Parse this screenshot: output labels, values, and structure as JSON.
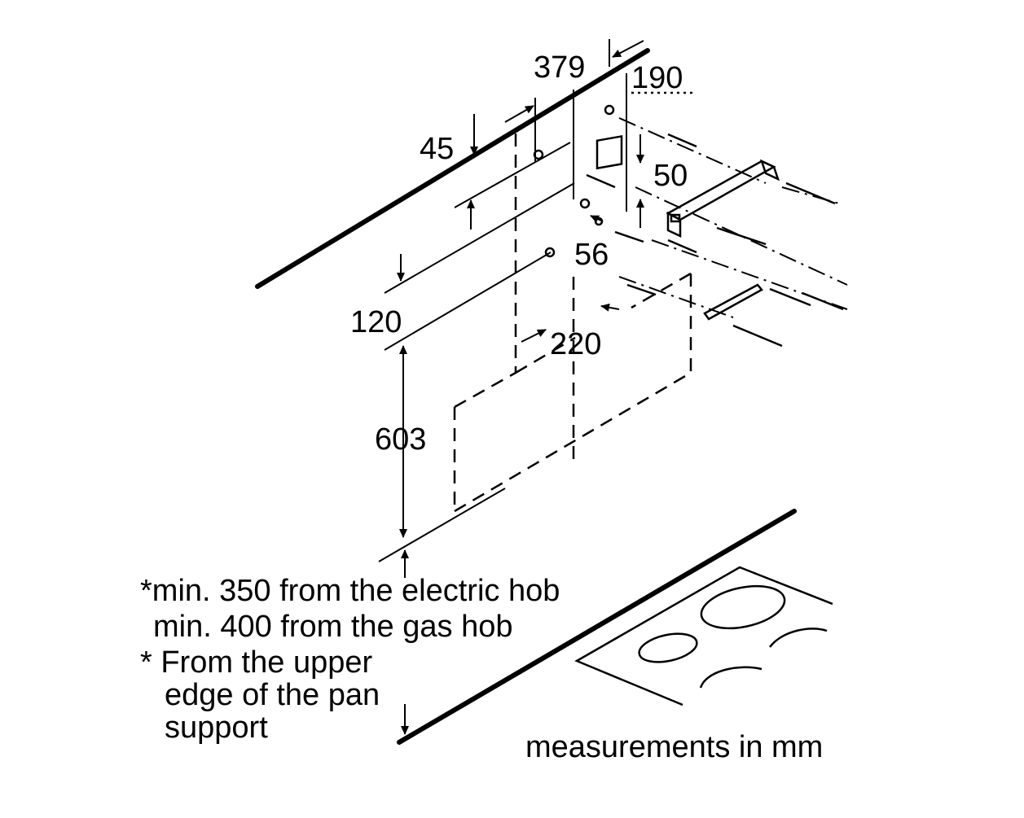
{
  "dimensions": {
    "d379": "379",
    "d190": "190",
    "d45": "45",
    "d50": "50",
    "d56": "56",
    "d120": "120",
    "d220": "220",
    "d603": "603"
  },
  "notes": {
    "line1": "*min. 350 from the electric hob",
    "line2": "min. 400 from the gas hob",
    "line3": "* From the upper",
    "line4": "edge of the pan",
    "line5": "support"
  },
  "units_label": "measurements in mm"
}
